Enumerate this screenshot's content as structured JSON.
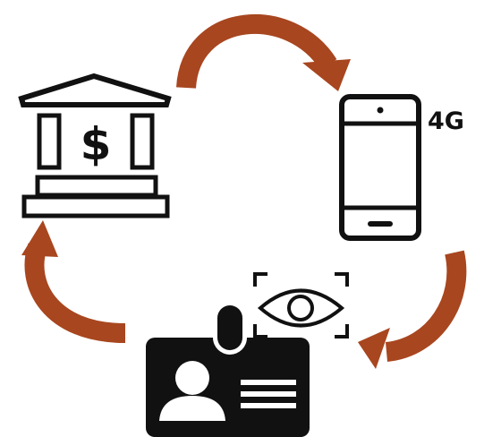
{
  "diagram": {
    "kind": "cycle",
    "colors": {
      "arrow": "#A8461F",
      "icon": "#111111",
      "background": "#ffffff"
    },
    "nodes": [
      {
        "id": "bank",
        "icon": "bank-icon",
        "symbol": "$"
      },
      {
        "id": "phone",
        "icon": "smartphone-icon",
        "network_label": "4G"
      },
      {
        "id": "id-card",
        "icon": "id-card-icon"
      },
      {
        "id": "eye-scan",
        "icon": "eye-scan-icon"
      }
    ],
    "edges": [
      {
        "from": "bank",
        "to": "phone"
      },
      {
        "from": "phone",
        "to": "id-card"
      },
      {
        "from": "id-card",
        "to": "bank"
      }
    ]
  }
}
